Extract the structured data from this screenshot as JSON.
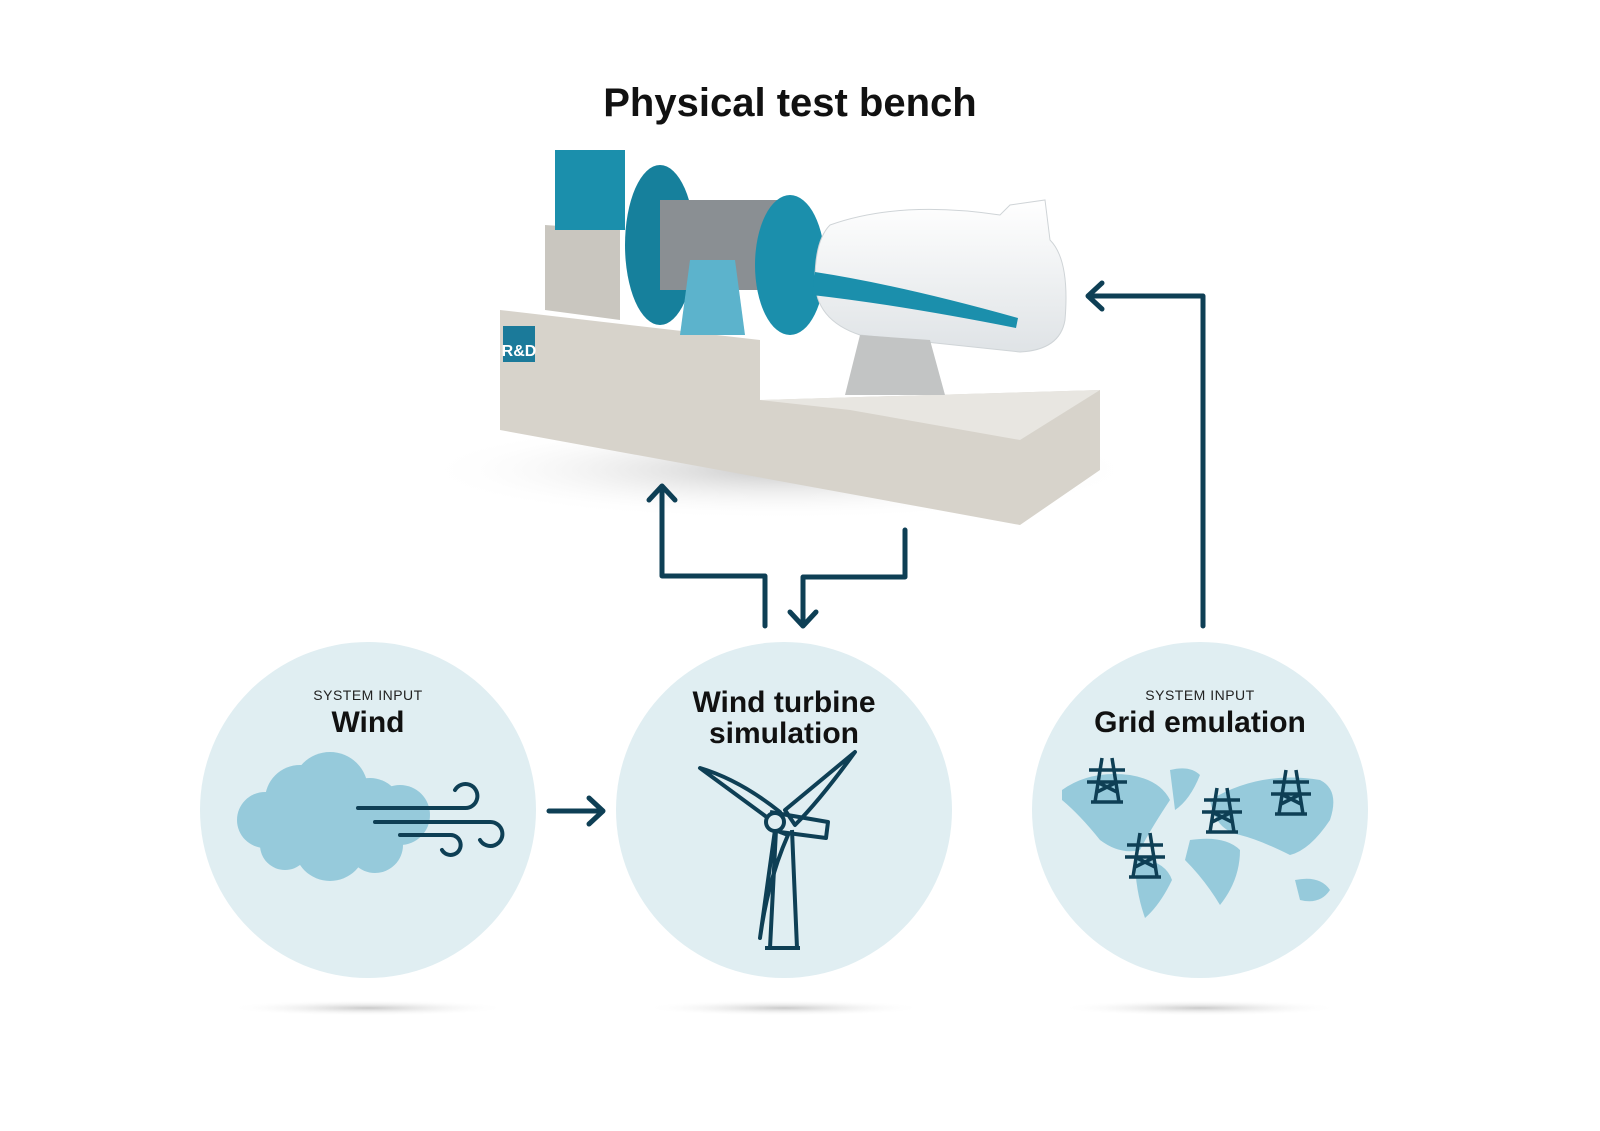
{
  "title": "Physical test bench",
  "bench_logo": "R&D",
  "nodes": [
    {
      "kicker": "SYSTEM INPUT",
      "heading": "Wind"
    },
    {
      "heading_line1": "Wind turbine",
      "heading_line2": "simulation"
    },
    {
      "kicker": "SYSTEM INPUT",
      "heading": "Grid emulation"
    }
  ],
  "colors": {
    "circle": "#e0eef2",
    "accent": "#96cadb",
    "arrow": "#0e3f55",
    "teal": "#1b8fac"
  }
}
